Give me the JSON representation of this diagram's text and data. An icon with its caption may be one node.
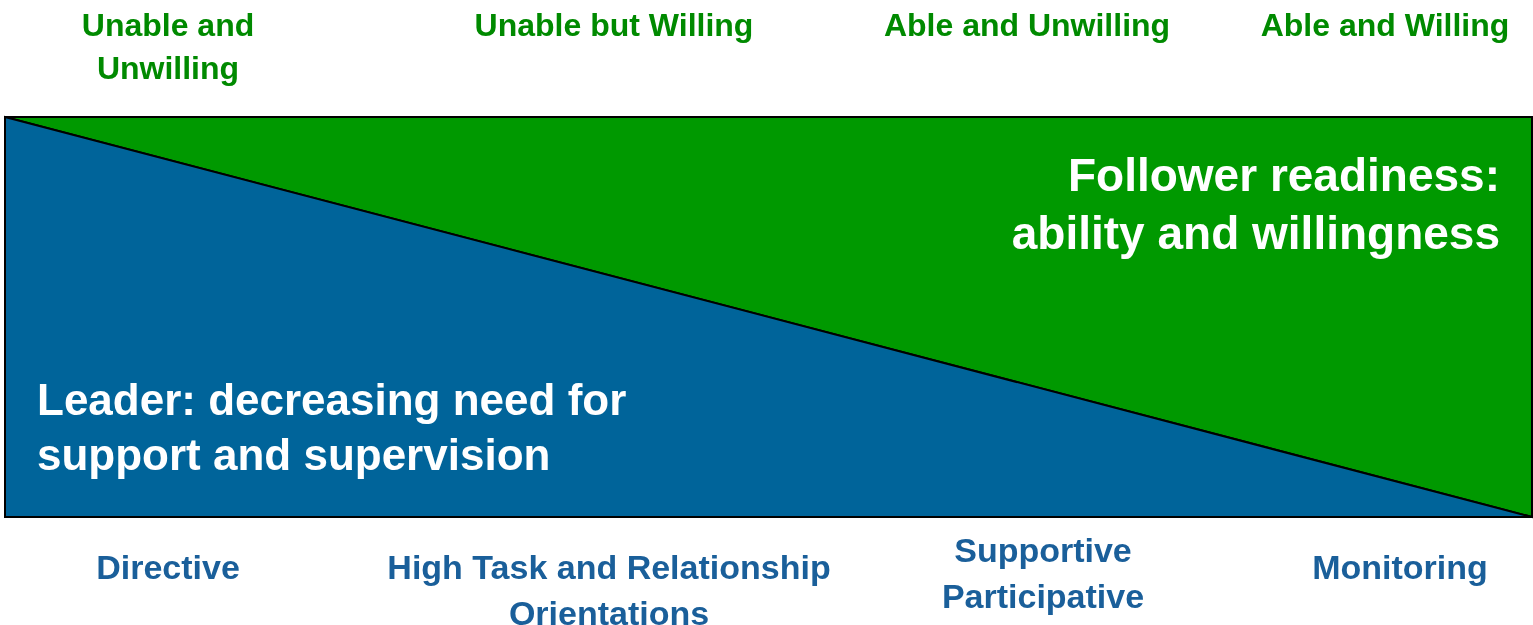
{
  "diagram": {
    "nodes": [
      {
        "text": [
          "Follower readiness: ability and willingness"
        ]
      },
      {
        "text": [
          "Leader: decreasing need for support and supervision"
        ]
      }
    ],
    "labels": [
      "Unable and Unwilling",
      "Unable but Willing",
      "Able and Unwilling",
      "Able and Willing",
      "Directive",
      "High Task and Relationship Orientations",
      "Supportive Participative",
      "Monitoring"
    ]
  }
}
